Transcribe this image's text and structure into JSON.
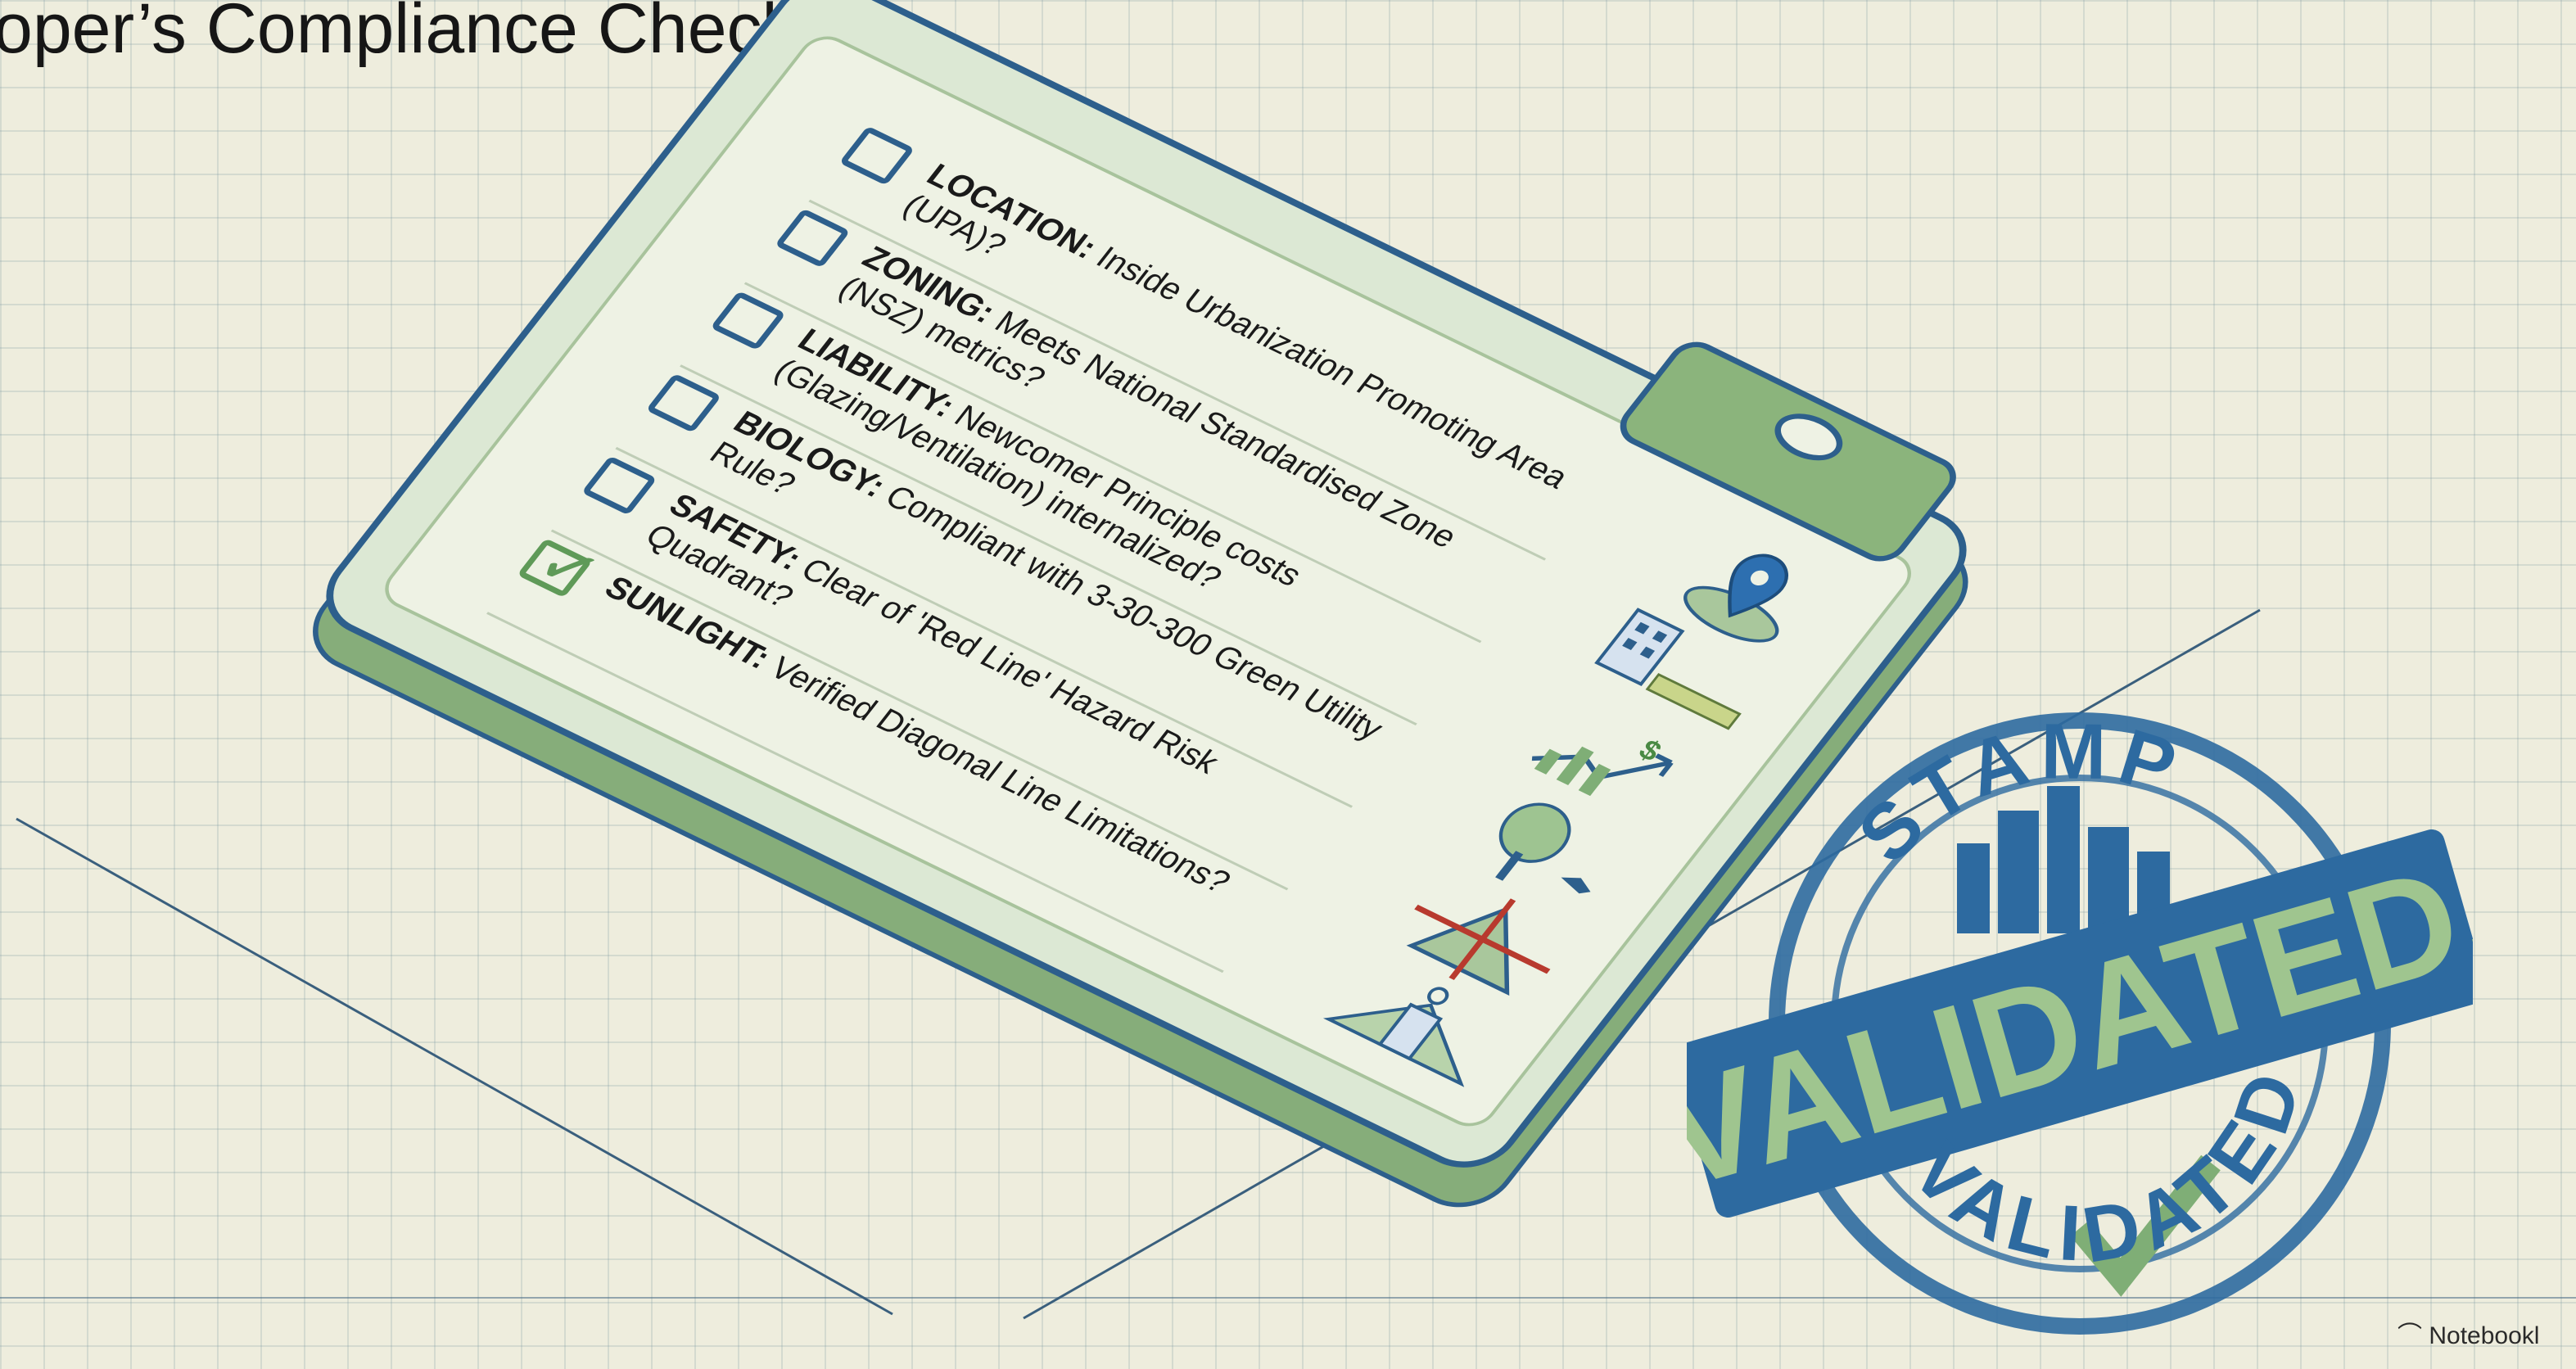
{
  "title": "oper’s Compliance Checklist.",
  "checklist": [
    {
      "label": "LOCATION:",
      "text": "Inside Urbanization Promoting Area (UPA)?",
      "checked": false,
      "icon": "map-pin-icon"
    },
    {
      "label": "ZONING:",
      "text": "Meets National Standardised Zone (NSZ) metrics?",
      "checked": false,
      "icon": "building-ruler-icon"
    },
    {
      "label": "LIABILITY:",
      "text": "Newcomer Principle costs (Glazing/Ventilation) internalized?",
      "checked": false,
      "icon": "cost-chart-icon"
    },
    {
      "label": "BIOLOGY:",
      "text": "Compliant with 3-30-300 Green Utility Rule?",
      "checked": false,
      "icon": "tree-bird-icon"
    },
    {
      "label": "SAFETY:",
      "text": "Clear of 'Red Line' Hazard Risk Quadrant?",
      "checked": false,
      "icon": "hazard-crossed-icon"
    },
    {
      "label": "SUNLIGHT:",
      "text": "Verified Diagonal Line Limitations?",
      "checked": true,
      "icon": "sunlight-building-icon"
    }
  ],
  "stamp": {
    "top_text": "STAMP",
    "banner_text": "VALIDATED.",
    "bottom_text": "VALIDATED"
  },
  "brand": "Notebookl",
  "colors": {
    "background": "#eeeddd",
    "outline_blue": "#2d5f8c",
    "green": "#8bb47c",
    "check_green": "#5f9a58",
    "hazard_red": "#b83a2e"
  }
}
